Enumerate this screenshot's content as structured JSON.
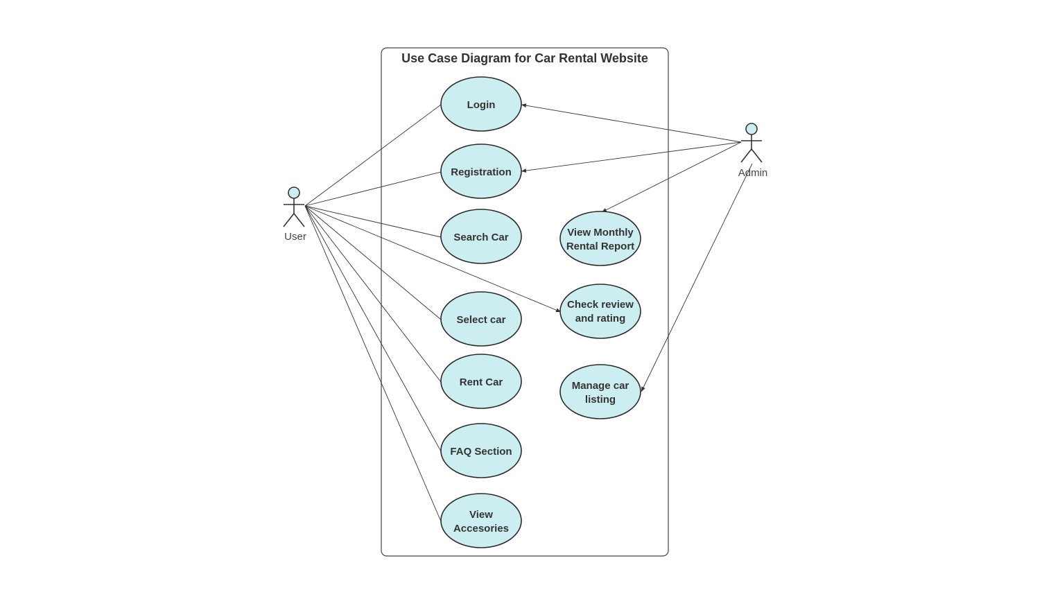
{
  "diagram": {
    "title": "Use Case Diagram for Car Rental Website",
    "actors": {
      "user": {
        "label": "User"
      },
      "admin": {
        "label": "Admin"
      }
    },
    "use_cases": {
      "login": {
        "lines": [
          "Login"
        ]
      },
      "registration": {
        "lines": [
          "Registration"
        ]
      },
      "search_car": {
        "lines": [
          "Search Car"
        ]
      },
      "select_car": {
        "lines": [
          "Select car"
        ]
      },
      "rent_car": {
        "lines": [
          "Rent Car"
        ]
      },
      "faq_section": {
        "lines": [
          "FAQ Section"
        ]
      },
      "view_accessories": {
        "lines": [
          "View",
          "Accesories"
        ]
      },
      "view_monthly_report": {
        "lines": [
          "View Monthly",
          "Rental Report"
        ]
      },
      "check_review": {
        "lines": [
          "Check review",
          "and rating"
        ]
      },
      "manage_listing": {
        "lines": [
          "Manage car",
          "listing"
        ]
      }
    },
    "associations": [
      {
        "from": "user",
        "to": "login",
        "arrow": false
      },
      {
        "from": "user",
        "to": "registration",
        "arrow": false
      },
      {
        "from": "user",
        "to": "search_car",
        "arrow": false
      },
      {
        "from": "user",
        "to": "select_car",
        "arrow": false
      },
      {
        "from": "user",
        "to": "rent_car",
        "arrow": false
      },
      {
        "from": "user",
        "to": "faq_section",
        "arrow": false
      },
      {
        "from": "user",
        "to": "view_accessories",
        "arrow": false
      },
      {
        "from": "user",
        "to": "check_review",
        "arrow": true
      },
      {
        "from": "admin",
        "to": "login",
        "arrow": true
      },
      {
        "from": "admin",
        "to": "registration",
        "arrow": true
      },
      {
        "from": "admin",
        "to": "view_monthly_report",
        "arrow": true
      },
      {
        "from": "admin",
        "to": "manage_listing",
        "arrow": true
      }
    ],
    "colors": {
      "use_case_fill": "#cdeef0",
      "stroke": "#2a2a2a",
      "text": "#333333"
    }
  }
}
